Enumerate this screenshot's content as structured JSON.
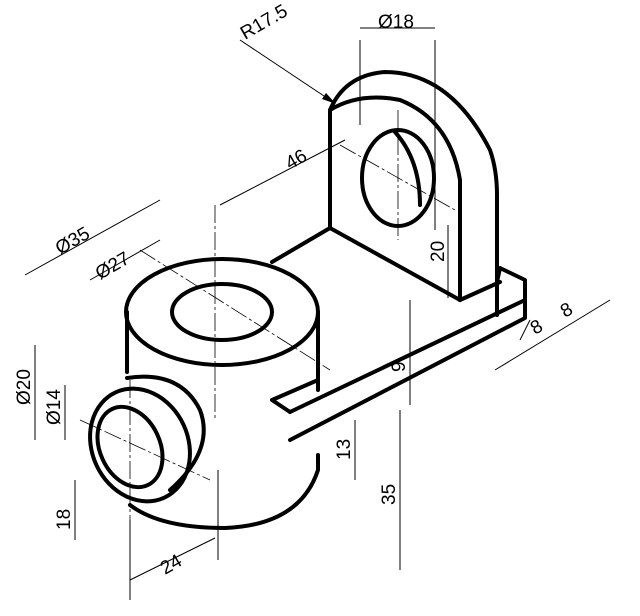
{
  "drawing": {
    "title": "Isometric bracket with cylindrical boss",
    "dimensions": {
      "r_upright": "R17.5",
      "d_upright_hole": "Ø18",
      "len_46": "46",
      "d_outer_cyl": "Ø35",
      "d_inner_cyl": "Ø27",
      "h_hole_20": "20",
      "plate_8a": "8",
      "plate_8b": "8",
      "gap_9": "9",
      "d_boss": "Ø20",
      "d_boss_hole": "Ø14",
      "h_13": "13",
      "h_35": "35",
      "h_18": "18",
      "w_24": "24"
    }
  }
}
